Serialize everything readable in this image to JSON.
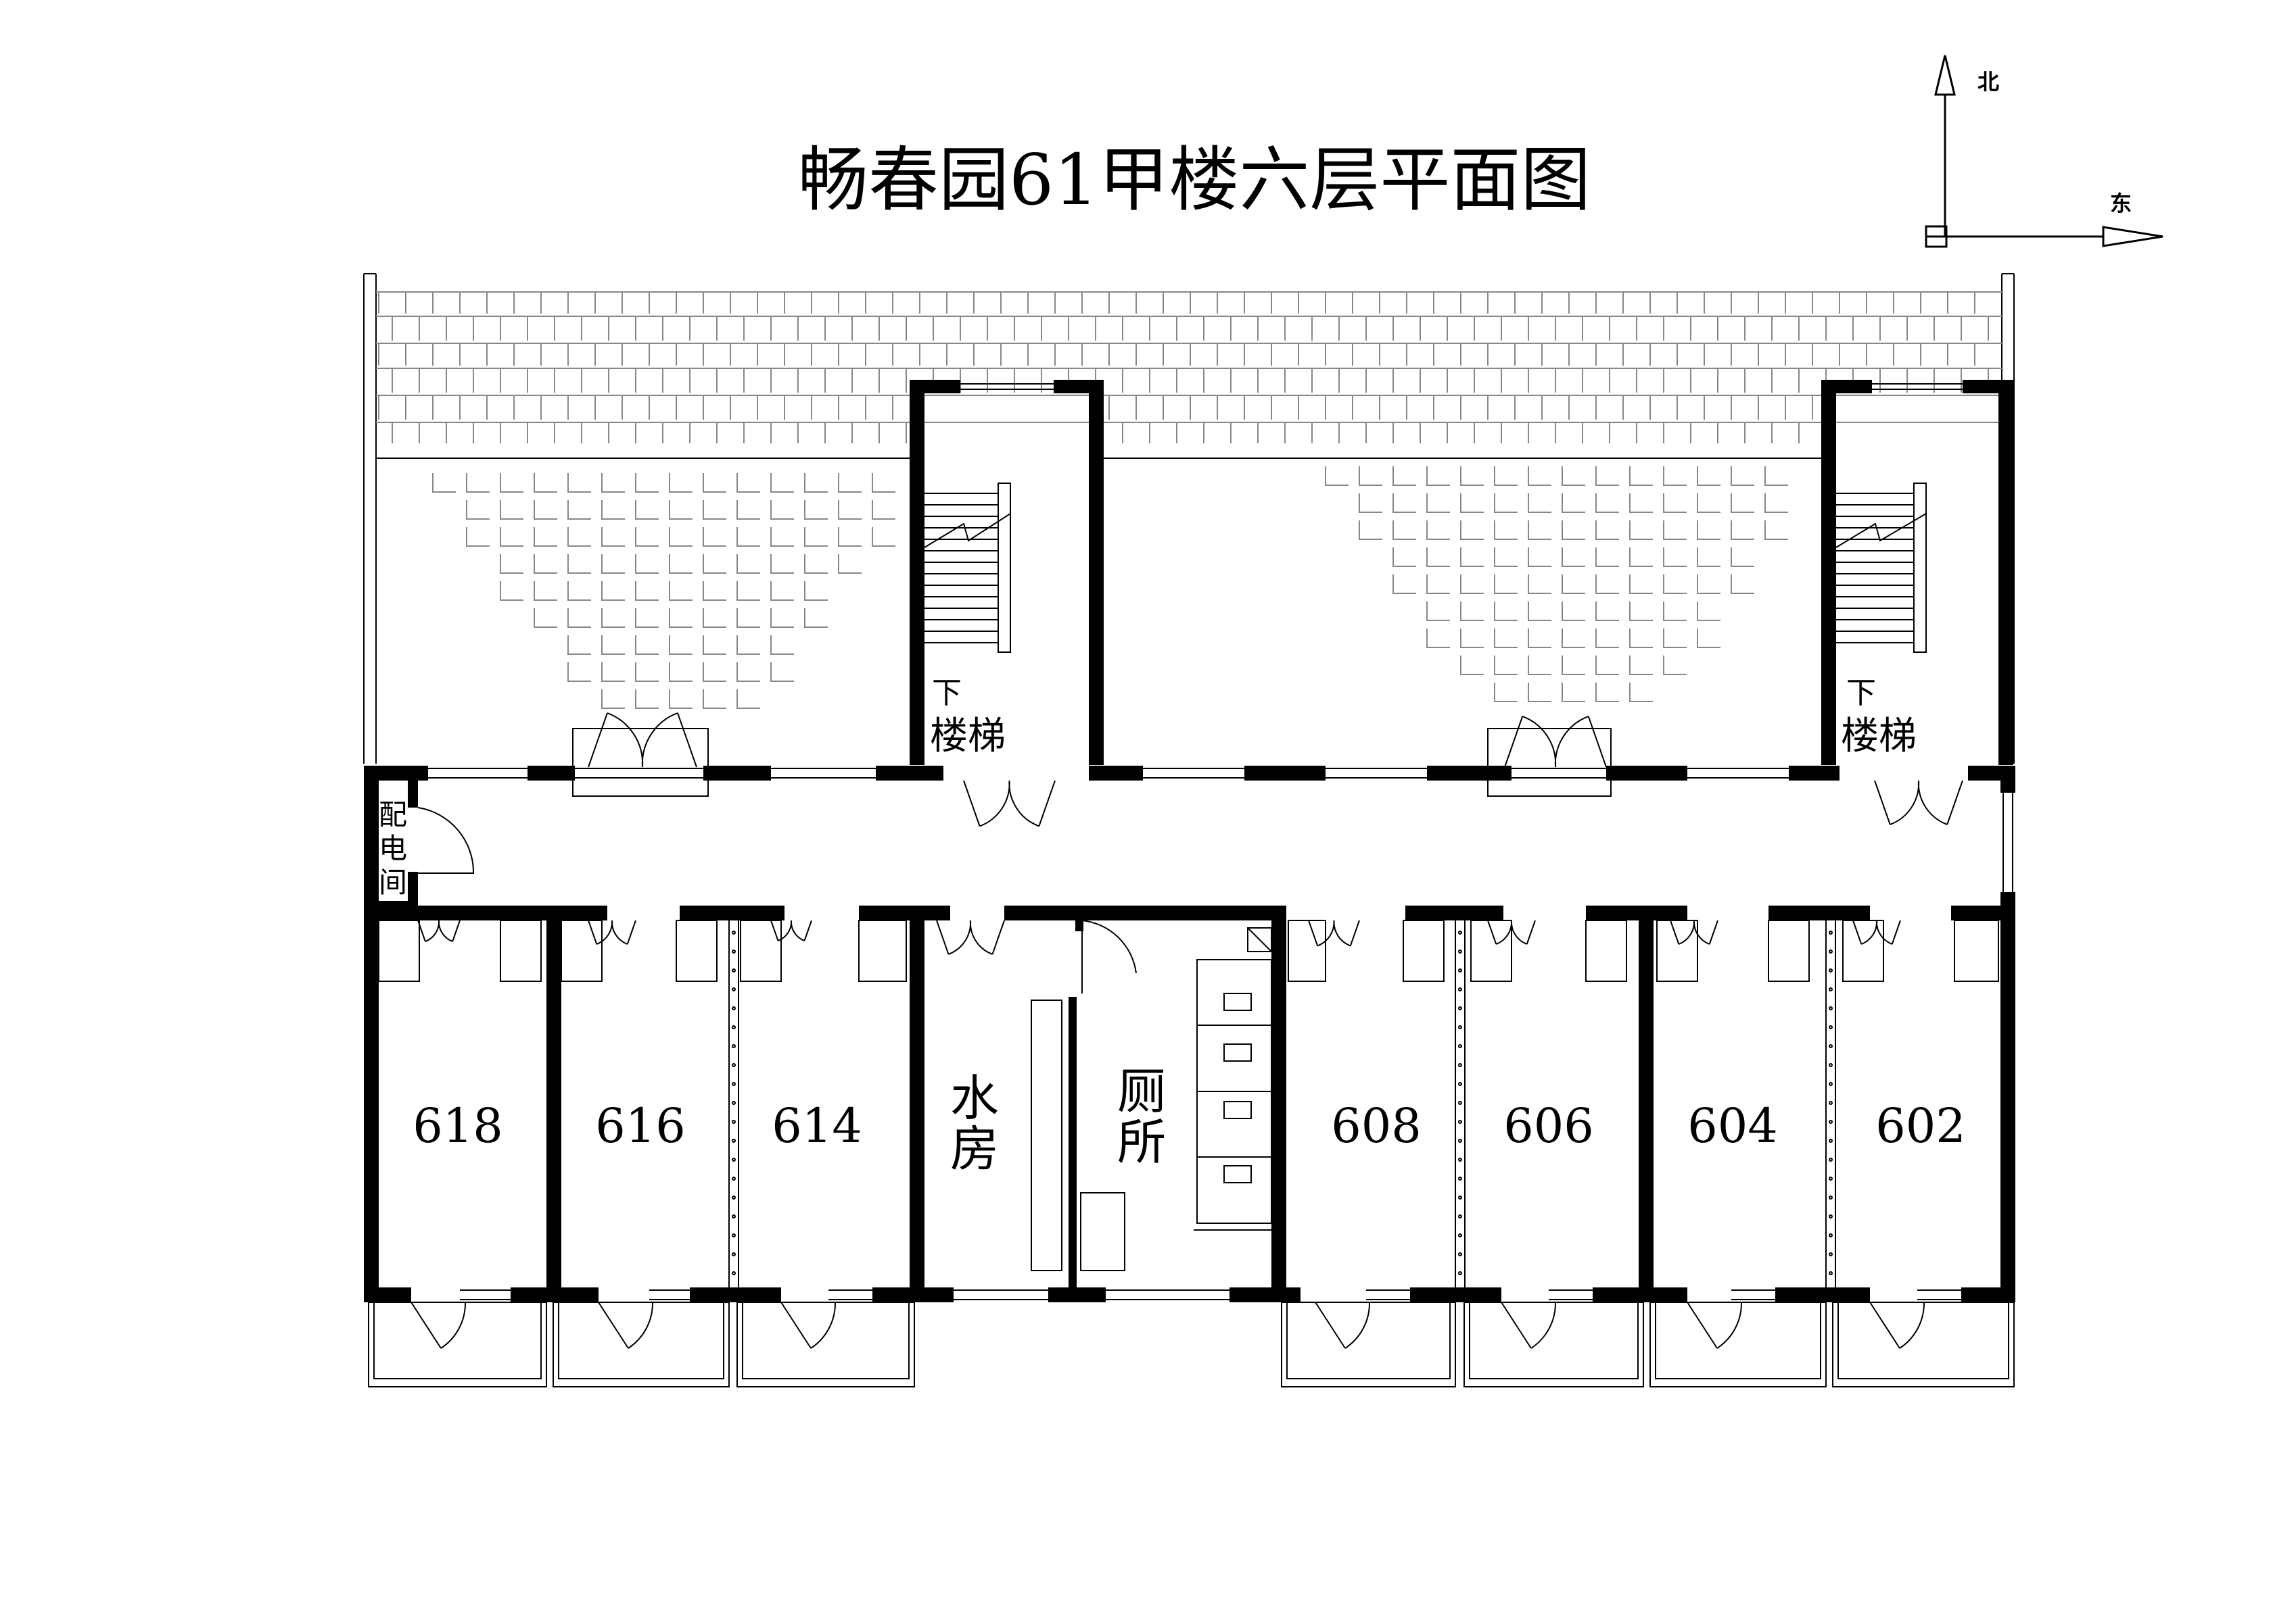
{
  "title": "畅春园61甲楼六层平面图",
  "compass": {
    "north": "北",
    "east": "东"
  },
  "stairs": {
    "down": "下",
    "label": "楼梯"
  },
  "power_room": [
    "配",
    "电",
    "间"
  ],
  "washroom": [
    "水",
    "房"
  ],
  "toilet": [
    "厕",
    "所"
  ],
  "rooms": [
    "618",
    "616",
    "614",
    "608",
    "606",
    "604",
    "602"
  ]
}
